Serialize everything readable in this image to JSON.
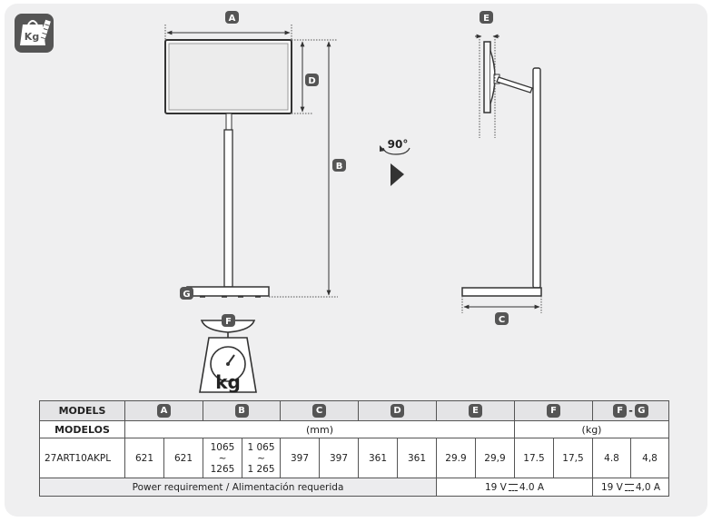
{
  "icons": {
    "weight_icon": "weight-scale-icon",
    "rotate_icon": "rotate-90-icon",
    "arrow_icon": "play-arrow-icon",
    "scale_icon": "kitchen-scale-icon"
  },
  "diagram": {
    "labels": {
      "A": "A",
      "B": "B",
      "C": "C",
      "D": "D",
      "E": "E",
      "F": "F",
      "G": "G"
    },
    "rotation": "90°",
    "scale_unit": "kg",
    "weight_icon_text": "Kg"
  },
  "table": {
    "models_label": "MODELS",
    "modelos_label": "MODELOS",
    "col_labels": [
      "A",
      "B",
      "C",
      "D",
      "E",
      "F"
    ],
    "fg_left": "F",
    "fg_sep": "-",
    "fg_right": "G",
    "unit_mm": "(mm)",
    "unit_kg": "(kg)",
    "model": "27ART10AKPL",
    "values": {
      "a1": "621",
      "a2": "621",
      "b1_top": "1065",
      "b1_mid": "~",
      "b1_bot": "1265",
      "b2_top": "1 065",
      "b2_mid": "~",
      "b2_bot": "1 265",
      "c1": "397",
      "c2": "397",
      "d1": "361",
      "d2": "361",
      "e1": "29.9",
      "e2": "29,9",
      "f1": "17.5",
      "f2": "17,5",
      "fg1": "4.8",
      "fg2": "4,8"
    },
    "power_label": "Power requirement / Alimentación requerida",
    "power1_v": "19 V",
    "power1_a": "4.0 A",
    "power2_v": "19 V",
    "power2_a": "4,0 A"
  },
  "colors": {
    "badge": "#555555",
    "line": "#333333",
    "panel": "#efeff0"
  }
}
